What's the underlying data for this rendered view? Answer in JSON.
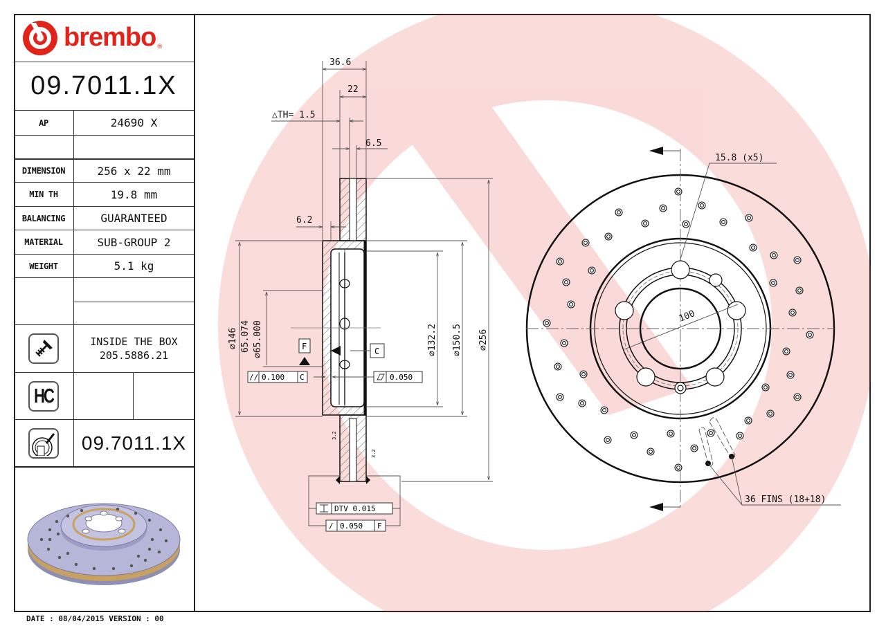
{
  "header": {
    "brand": "brembo",
    "brand_color": "#e2231a",
    "part_number": "09.7011.1X"
  },
  "specs": [
    {
      "label": "AP",
      "value": "24690 X"
    },
    {
      "label": "",
      "value": ""
    },
    {
      "label": "DIMENSION",
      "value": "256 x 22 mm"
    },
    {
      "label": "MIN TH",
      "value": "19.8 mm"
    },
    {
      "label": "BALANCING",
      "value": "GUARANTEED"
    },
    {
      "label": "MATERIAL",
      "value": "SUB-GROUP 2"
    },
    {
      "label": "WEIGHT",
      "value": "5.1 kg"
    }
  ],
  "accessories": {
    "screw_icon": "screw-icon",
    "screw_text_1": "INSIDE THE BOX",
    "screw_text_2": "205.5886.21",
    "hc_icon_label": "HC",
    "disc_icon": "disc-marking-icon",
    "disc_part_number": "09.7011.1X"
  },
  "footer": {
    "text": "DATE : 08/04/2015 VERSION : 00"
  },
  "section_view": {
    "dim_overall_width": "36.6",
    "dim_thickness": "22",
    "dim_delta_th": "△TH= 1.5",
    "dim_flange": "6.5",
    "dim_hat_wall": "6.2",
    "dia_146": "⌀146",
    "dia_bore_max": "65.074",
    "dia_bore_min": "⌀65.000",
    "dia_132": "⌀132.2",
    "dia_150": "⌀150.5",
    "dia_256": "⌀256",
    "datum_f": "F",
    "datum_c": "C",
    "tol_parallel_sym": "//",
    "tol_parallel_val": "0.100",
    "tol_parallel_ref": "C",
    "tol_flat_val": "0.050",
    "tol_dtv": "DTV 0.015",
    "tol_runout_sym": "/",
    "tol_runout_val": "0.050",
    "tol_runout_ref": "F",
    "roughness_1": "3.2",
    "roughness_2": "3.2"
  },
  "front_view": {
    "bolt_holes": "15.8 (x5)",
    "pcd": "100",
    "fins": "36 FINS (18+18)"
  }
}
